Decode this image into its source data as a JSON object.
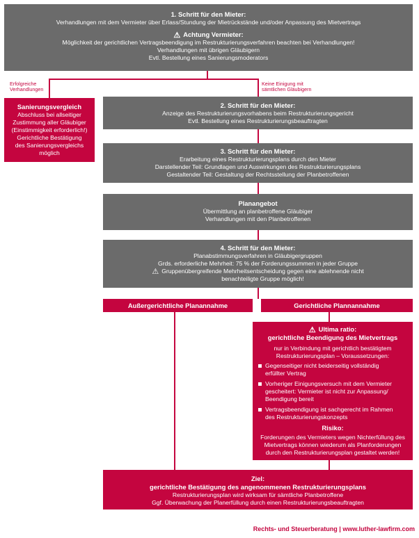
{
  "step1": {
    "title": "1. Schritt für den Mieter:",
    "text": "Verhandlungen mit dem Vermieter über Erlass/Stundung der Mietrückstände und/oder Anpassung des Mietvertrags",
    "warning_title": "Achtung Vermieter:",
    "lines": [
      "Möglichkeit der gerichtlichen Vertragsbeendigung im Restrukturierungsverfahren beachten bei Verhandlungen!",
      "Verhandlungen mit übrigen Gläubigern",
      "Evtl. Bestellung eines Sanierungsmoderators"
    ]
  },
  "branch_labels": {
    "left": [
      "Erfolgreiche",
      "Verhandlungen"
    ],
    "right": [
      "Keine Einigung mit",
      "sämtlichen Gläubigern"
    ]
  },
  "sanierungsvergleich": {
    "title": "Sanierungsvergleich",
    "lines": [
      "Abschluss bei allseitiger",
      "Zustimmung aller Gläubiger",
      "(Einstimmigkeit erforderlich!)",
      "Gerichtliche Bestätigung",
      "des Sanierungsvergleichs",
      "möglich"
    ]
  },
  "step2": {
    "title": "2. Schritt für den Mieter:",
    "lines": [
      "Anzeige des Restrukturierungsvorhabens beim Restrukturierungsgericht",
      "Evtl. Bestellung eines Restrukturierungsbeauftragten"
    ]
  },
  "step3": {
    "title": "3. Schritt für den Mieter:",
    "lines": [
      "Erarbeitung eines Restrukturierungsplans durch den Mieter",
      "Darstellender Teil: Grundlagen und Auswirkungen des Restrukturierungsplans",
      "Gestaltender Teil: Gestaltung der Rechtsstellung der Planbetroffenen"
    ]
  },
  "planangebot": {
    "title": "Planangebot",
    "lines": [
      "Übermittlung an planbetroffene Gläubiger",
      "Verhandlungen mit den Planbetroffenen"
    ]
  },
  "step4": {
    "title": "4. Schritt für den Mieter:",
    "lines": [
      "Planabstimmungsverfahren in Gläubigergruppen",
      "Grds. erforderliche Mehrheit: 75 % der Forderungssummen in jeder Gruppe"
    ],
    "warning_lines": [
      "Gruppenübergreifende Mehrheitsentscheidung gegen eine ablehnende nicht",
      "benachteiligte Gruppe möglich!"
    ]
  },
  "ausser": {
    "title": "Außergerichtliche Planannahme"
  },
  "gericht": {
    "title": "Gerichtliche Plannannahme"
  },
  "ultima": {
    "title_lines": [
      "Ultima ratio:",
      "gerichtliche Beendigung des Mietvertrags"
    ],
    "intro_lines": [
      "nur in Verbindung mit gerichtlich bestätigtem",
      "Restrukturierungsplan – Voraussetzungen:"
    ],
    "bullets": [
      [
        "Gegenseitiger nicht beiderseitig vollständig",
        "erfüllter Vertrag"
      ],
      [
        "Vorheriger Einigungsversuch mit dem Vermieter",
        "gescheitert: Vermieter ist nicht zur Anpassung/",
        "Beendigung bereit"
      ],
      [
        "Vertragsbeendigung ist sachgerecht im Rahmen",
        "des Restrukturierungskonzepts"
      ]
    ],
    "risk_title": "Risiko:",
    "risk_lines": [
      "Forderungen des Vermieters wegen Nichterfüllung des",
      "Mietvertrags können wiederum als Planforderungen",
      "durch den Restrukturierungsplan gestaltet werden!"
    ]
  },
  "ziel": {
    "title": "Ziel:",
    "lines": [
      "gerichtliche Bestätigung des angenommenen Restrukturierungsplans",
      "Restrukturierungsplan wird wirksam für sämtliche Planbetroffene",
      "Ggf. Überwachung der Planerfüllung durch einen Restrukturierungsbeauftragten"
    ]
  },
  "footer": {
    "text": "Rechts- und Steuerberatung | www.luther-lawfirm.com"
  }
}
